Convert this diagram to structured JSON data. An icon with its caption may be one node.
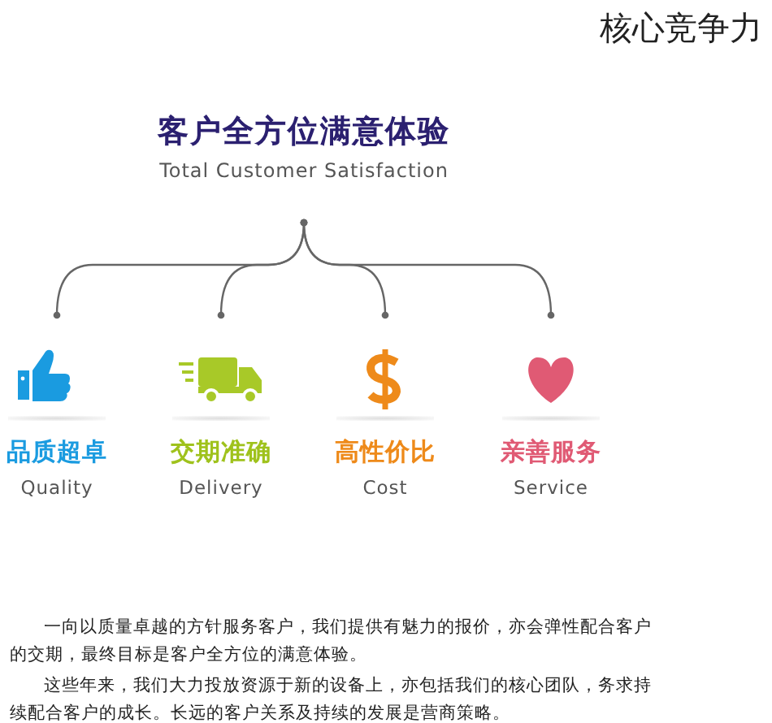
{
  "diagram": {
    "title": "核心竞争力",
    "nodes": [
      {
        "text": [
          "客户全方位满意体验",
          "Total Customer Satisfaction"
        ]
      },
      {
        "text": [
          "品质超卓",
          "Quality"
        ]
      },
      {
        "text": [
          "交期准确",
          "Delivery"
        ]
      },
      {
        "text": [
          "高性价比",
          "Cost"
        ]
      },
      {
        "text": [
          "亲善服务",
          "Service"
        ]
      }
    ],
    "edges": [
      {
        "from": 0,
        "to": 1,
        "arrow": "other"
      },
      {
        "from": 0,
        "to": 2,
        "arrow": "other"
      },
      {
        "from": 0,
        "to": 3,
        "arrow": "other"
      },
      {
        "from": 0,
        "to": 4,
        "arrow": "other"
      }
    ],
    "labels": [
      "一向以质量卓越的方针服务客户，我们提供有魅力的报价，亦会弹性配合客户的交期，最终目标是客户全方位的满意体验。",
      "这些年来，我们大力投放资源于新的设备上，亦包括我们的核心团队，务求持续配合客户的成长。长远的客户关系及持续的发展是营商策略。"
    ]
  }
}
